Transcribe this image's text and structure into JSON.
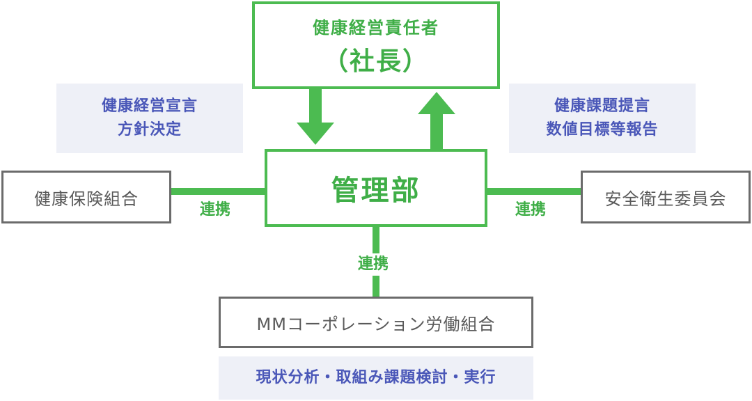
{
  "top": {
    "title": "健康経営責任者",
    "subtitle": "（社長）"
  },
  "center": {
    "title": "管理部"
  },
  "notes": {
    "left": {
      "line1": "健康経営宣言",
      "line2": "方針決定"
    },
    "right": {
      "line1": "健康課題提言",
      "line2": "数値目標等報告"
    },
    "bottom": "現状分析・取組み課題検討・実行"
  },
  "partners": {
    "left": "健康保険組合",
    "right": "安全衛生委員会",
    "bottom": "MMコーポレーション労働組合"
  },
  "links": {
    "left": "連携",
    "right": "連携",
    "bottom": "連携"
  },
  "colors": {
    "green": "#4cbb51",
    "blue_text": "#4a57b8",
    "note_bg": "#eef0f7",
    "gray_border": "#6b6b6b"
  }
}
